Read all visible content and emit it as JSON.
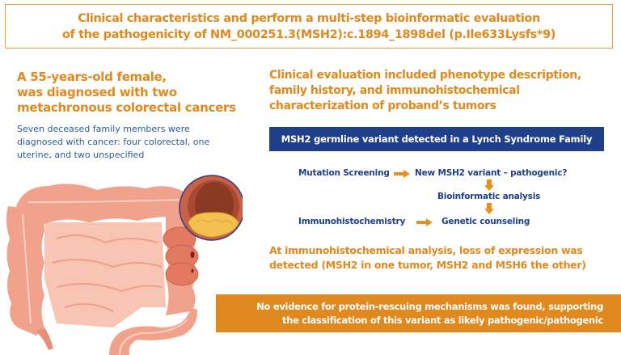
{
  "title": {
    "line1": "Clinical characteristics and perform a multi-step bioinformatic evaluation",
    "line2": "of the pathogenicity of NM_000251.3(MSH2):c.1894_1898del (p.Ile633Lysfs*9)"
  },
  "left": {
    "heading": [
      "A 55-years-old female,",
      "was diagnosed with two",
      "metachronous colorectal cancers"
    ],
    "body": [
      "Seven deceased family members were",
      "diagnosed with cancer: four colorectal, one",
      "uterine, and two unspecified"
    ],
    "illustration_icon": "colon-illustration"
  },
  "right": {
    "heading": [
      "Clinical evaluation included phenotype description,",
      "family history, and immunohistochemical",
      "characterization of proband’s tumors"
    ],
    "banner": "MSH2 germline variant detected in a Lynch Syndrome Family",
    "flow": {
      "mutation_screening": "Mutation Screening",
      "new_variant": "New MSH2 variant – pathogenic?",
      "bioinformatic": "Bioinformatic analysis",
      "ihc": "Immunohistochemistry",
      "counseling": "Genetic counseling"
    },
    "ihc_result": [
      "At immunohistochemical analysis, loss of expression was",
      "detected (MSH2 in one tumor, MSH2 and MSH6 the other)"
    ]
  },
  "conclusion": [
    "No evidence for protein-rescuing mechanisms was found, supporting",
    "the classification of this variant as likely pathogenic/pathogenic"
  ],
  "colors": {
    "orange": "#e0891e",
    "navy": "#1f3f8a",
    "blue_text": "#2a5a9a",
    "colon_pink": "#f0a28c"
  }
}
